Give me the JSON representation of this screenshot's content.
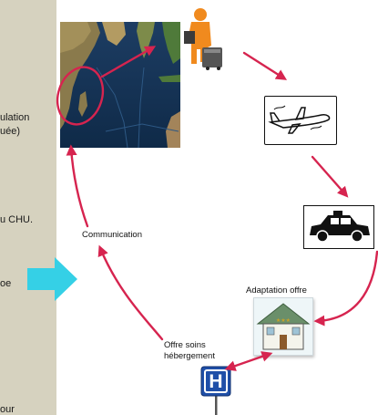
{
  "sidebar": {
    "fragments": [
      "ulation",
      "uée)",
      "u CHU.",
      "oe",
      "our"
    ]
  },
  "diagram": {
    "nodes": {
      "communication": "Communication",
      "adaptation": "Adaptation offre",
      "offre_line1": "Offre soins",
      "offre_line2": "hébergement",
      "hospital_letter": "H"
    },
    "colors": {
      "arrow": "#d6244f",
      "highlight_arrow": "#35d0e6",
      "sidebar_bg": "#d6d2bf"
    },
    "icons": [
      "world-map-icon",
      "traveler-luggage-icon",
      "airplane-icon",
      "taxi-icon",
      "hotel-building-icon",
      "hospital-sign-icon"
    ]
  }
}
